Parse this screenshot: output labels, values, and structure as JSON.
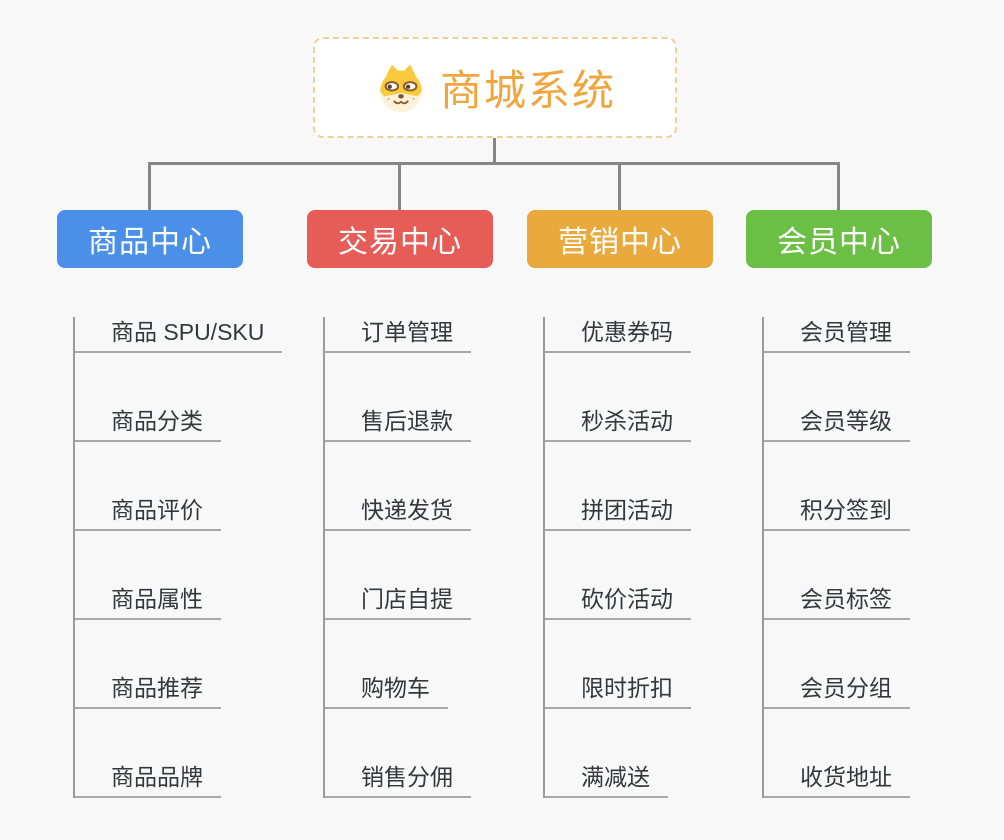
{
  "root": {
    "title": "商城系统",
    "icon": "dog-face-icon",
    "accent_color": "#f0a63c",
    "border_color": "#f2cf96"
  },
  "connector_color": "#868686",
  "branches": [
    {
      "id": "product-center",
      "label": "商品中心",
      "color": "#4a90e8",
      "children": [
        "商品 SPU/SKU",
        "商品分类",
        "商品评价",
        "商品属性",
        "商品推荐",
        "商品品牌"
      ]
    },
    {
      "id": "trade-center",
      "label": "交易中心",
      "color": "#e65c56",
      "children": [
        "订单管理",
        "售后退款",
        "快递发货",
        "门店自提",
        "购物车",
        "销售分佣"
      ]
    },
    {
      "id": "marketing-center",
      "label": "营销中心",
      "color": "#eaa93d",
      "children": [
        "优惠券码",
        "秒杀活动",
        "拼团活动",
        "砍价活动",
        "限时折扣",
        "满减送"
      ]
    },
    {
      "id": "member-center",
      "label": "会员中心",
      "color": "#6cbf45",
      "children": [
        "会员管理",
        "会员等级",
        "积分签到",
        "会员标签",
        "会员分组",
        "收货地址"
      ]
    }
  ]
}
